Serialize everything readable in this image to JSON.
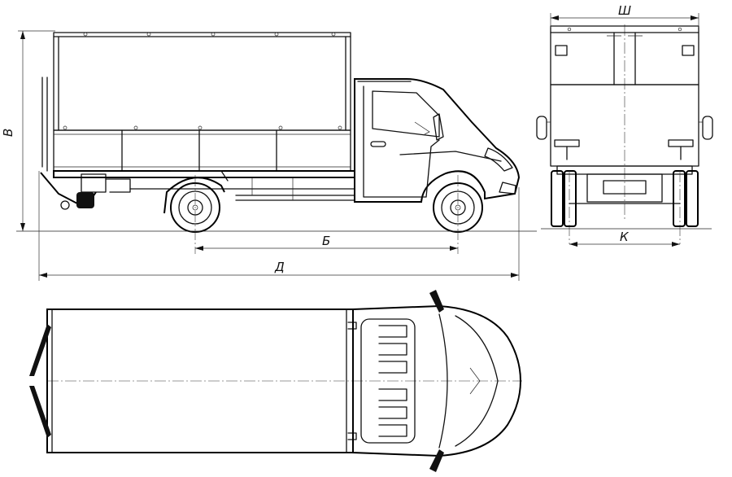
{
  "dimensions": {
    "height_label": "В",
    "wheelbase_label": "Б",
    "overall_length_label": "Д",
    "width_label": "Ш",
    "track_label": "К"
  }
}
